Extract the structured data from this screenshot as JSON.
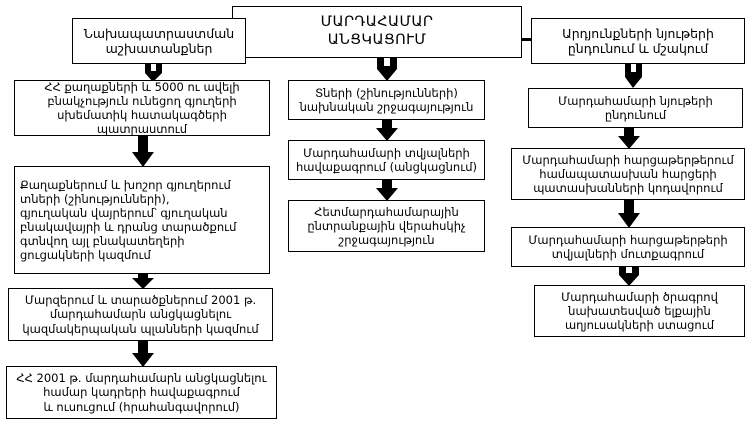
{
  "diagram": {
    "title_box": {
      "name": "census-processing-title",
      "lines": [
        "ՄԱՐԴԱՀԱՄԱՐ",
        "ԱՆՑԿԱՑՈՒՄ"
      ]
    },
    "columns": {
      "left": {
        "header": {
          "name": "preparation-works",
          "lines": [
            "Նախապատրաստման",
            "աշխատանքներ"
          ]
        },
        "nodes": [
          {
            "name": "sketch-plans-of-cities",
            "lines": [
              "ՀՀ քաղաքների և 5000 ու ավելի",
              "բնակչություն ունեցող գյուղերի",
              "սխեմատիկ հատակագծերի",
              "պատրաստում"
            ]
          },
          {
            "name": "house-lists-compilation",
            "align": "left",
            "lines": [
              "Քաղաքներում և խոշոր գյուղերում",
              "տների (շինությունների),",
              "գյուղական վայրերում՝ գյուղական",
              "բնակավայրի և դրանց տարածքում",
              "գտնվող այլ բնակատեղերի",
              "ցուցակների կազմում"
            ]
          },
          {
            "name": "organizational-plans-2001",
            "lines": [
              "Մարզերում և տարածքներում 2001 թ.",
              "մարդահամարն անցկացնելու",
              "կազմակերպական պլանների կազմում"
            ]
          },
          {
            "name": "staff-recruitment-training-2001",
            "lines": [
              "ՀՀ 2001 թ. մարդահամարն անցկացնելու",
              "համար կադրերի հավաքագրում",
              "և ուսուցում (հրահանգավորում)"
            ]
          }
        ]
      },
      "middle": {
        "nodes": [
          {
            "name": "preliminary-building-rounds",
            "lines": [
              "Տների (շինությունների)",
              "նախնական շրջագայություն"
            ]
          },
          {
            "name": "census-data-collection",
            "lines": [
              "Մարդահամարի տվյալների",
              "հավաքագրում (անցկացնում)"
            ]
          },
          {
            "name": "post-census-selective-check",
            "lines": [
              "Հետմարդահամարային",
              "ընտրանքային վերահսկիչ",
              "շրջագայություն"
            ]
          }
        ]
      },
      "right": {
        "header": {
          "name": "results-materials-processing",
          "lines": [
            "Արդյունքների նյութերի",
            "ընդունում և մշակում"
          ]
        },
        "nodes": [
          {
            "name": "census-materials-reception",
            "lines": [
              "Մարդահամարի նյութերի",
              "ընդունում"
            ]
          },
          {
            "name": "questionnaire-codes-assignment",
            "lines": [
              "Մարդահամարի հարցաթերթերում",
              "համապատասխան հարցերի",
              "պատասխանների կոդավորում"
            ]
          },
          {
            "name": "questionnaire-data-entry",
            "lines": [
              "Մարդահամարի հարցաթերթերի",
              "տվյալների մուտքագրում"
            ]
          },
          {
            "name": "census-program-output-tables",
            "lines": [
              "Մարդահամարի ծրագրով",
              "նախատեսված ելքային",
              "աղյուսակների ստացում"
            ]
          }
        ]
      }
    },
    "colors": {
      "stroke": "#000000",
      "fill": "#ffffff",
      "text": "#000000"
    }
  }
}
